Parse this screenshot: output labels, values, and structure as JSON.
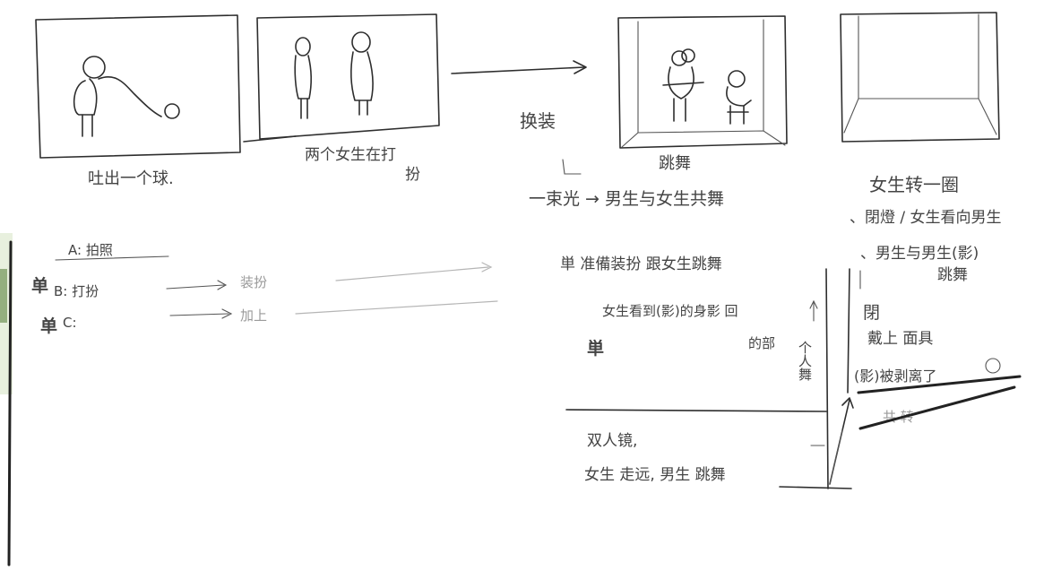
{
  "frames": [
    {
      "caption": "吐出一个球."
    },
    {
      "caption": "两个女生在打",
      "caption2": "扮"
    },
    {
      "caption": "跳舞"
    },
    {
      "caption": "女生转一圈",
      "caption2": "、閉燈 / 女生看向男生",
      "caption3": "、男生与男生(影)",
      "caption4": "跳舞"
    }
  ],
  "transition": {
    "label": "换装",
    "line_a": "一束光 → 男生与女生共舞"
  },
  "left_notes": {
    "a_line": "A: 拍照",
    "b_line": "B: 打扮",
    "b_arrow": "装扮",
    "c_line": "C:",
    "c_arrow": "加上",
    "side_mark_1": "单",
    "side_mark_2": "单"
  },
  "mid_notes": {
    "line1": "単  准備装扮 跟女生跳舞",
    "line2": "女生看到(影)的身影 回",
    "line3": "的部",
    "side_mark": "単",
    "vertical": "个人舞",
    "bottom1": "双人镜,",
    "bottom2": "女生 走远, 男生 跳舞"
  },
  "right_notes": {
    "line1": "閉",
    "line2": "戴上 面具",
    "line3": "(影)被剥离了",
    "crossed": "共 转"
  }
}
